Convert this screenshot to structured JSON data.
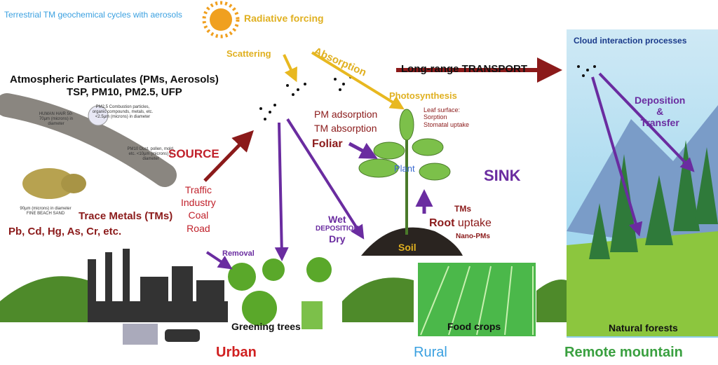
{
  "title": "Terrestrial TM geochemical cycles with aerosols",
  "atmosphere": {
    "heading": "Atmospheric Particulates (PMs, Aerosols)",
    "types": "TSP, PM10, PM2.5, UFP",
    "hair_label": "HUMAN HAIR 50-70µm (microns) in diameter",
    "pm25_label": "PM2.5 Combustion particles, organic compounds, metals, etc. <2.5µm (microns) in diameter",
    "pm10_label": "PM10 Dust, pollen, mold, etc. <10µm (microns) in diameter",
    "sand_label": "90µm (microns) in diameter FINE BEACH SAND"
  },
  "trace_metals": {
    "heading": "Trace Metals (TMs)",
    "list": "Pb, Cd, Hg, As, Cr, etc."
  },
  "source": {
    "label": "SOURCE",
    "items": [
      "Traffic",
      "Industry",
      "Coal",
      "Road"
    ]
  },
  "radiation": {
    "forcing": "Radiative forcing",
    "scattering": "Scattering",
    "absorption": "Absorption",
    "photosynthesis": "Photosynthesis"
  },
  "transport": "Long-range TRANSPORT",
  "cloud": "Cloud interaction processes",
  "deposition_transfer": [
    "Deposition",
    "&",
    "Transfer"
  ],
  "foliar": {
    "pm": "PM adsorption",
    "tm": "TM absorption",
    "label": "Foliar",
    "leaf": [
      "Leaf surface:",
      "Sorption",
      "Stomatal uptake"
    ]
  },
  "plant": "Plant",
  "sink": "SINK",
  "root": {
    "tms": "TMs",
    "root": "Root",
    "uptake": "uptake",
    "nano": "Nano-PMs"
  },
  "soil": "Soil",
  "deposition": {
    "wet": "Wet",
    "label": "DEPOSITION",
    "dry": "Dry"
  },
  "removal": "Removal",
  "scenes": {
    "greening": "Greening trees",
    "food": "Food crops",
    "forests": "Natural forests"
  },
  "zones": {
    "urban": "Urban",
    "rural": "Rural",
    "remote": "Remote mountain"
  },
  "colors": {
    "darkred": "#8b1a1a",
    "purple": "#6a2ca0",
    "gold": "#e0b020",
    "blue": "#3aa0e0",
    "green": "#3aa040"
  }
}
